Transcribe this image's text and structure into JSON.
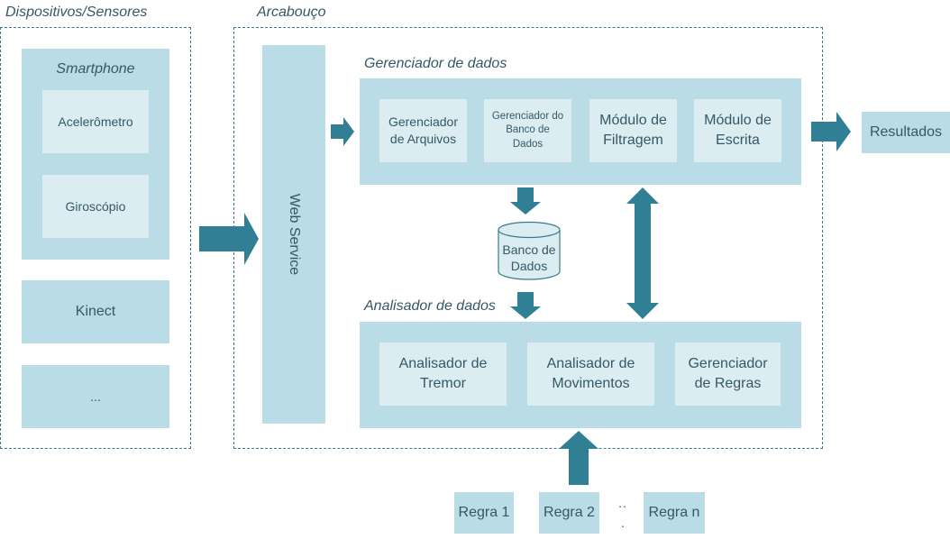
{
  "devices": {
    "title": "Dispositivos/Sensores",
    "smartphone": {
      "title": "Smartphone",
      "accelerometer": "Acelerômetro",
      "gyroscope": "Giroscópio"
    },
    "kinect": "Kinect",
    "more": "..."
  },
  "framework": {
    "title": "Arcabouço",
    "web_service": "Web Service",
    "data_manager": {
      "title": "Gerenciador de dados",
      "file_manager": "Gerenciador\nde Arquivos",
      "db_manager": "Gerenciador do\nBanco de\nDados",
      "filter_module": "Módulo de\nFiltragem",
      "write_module": "Módulo de\nEscrita"
    },
    "database": "Banco de\nDados",
    "data_analyzer": {
      "title": "Analisador de dados",
      "tremor": "Analisador de\nTremor",
      "movements": "Analisador de\nMovimentos",
      "rules_manager": "Gerenciador\nde Regras"
    }
  },
  "results": "Resultados",
  "rules": {
    "rule1": "Regra 1",
    "rule2": "Regra 2",
    "ellipsis": "..",
    "ellipsis_dot": ".",
    "rulen": "Regra n"
  },
  "colors": {
    "box": "#b9dce6",
    "inner": "#dcedf2",
    "arrow": "#317f94",
    "text": "#355866"
  }
}
